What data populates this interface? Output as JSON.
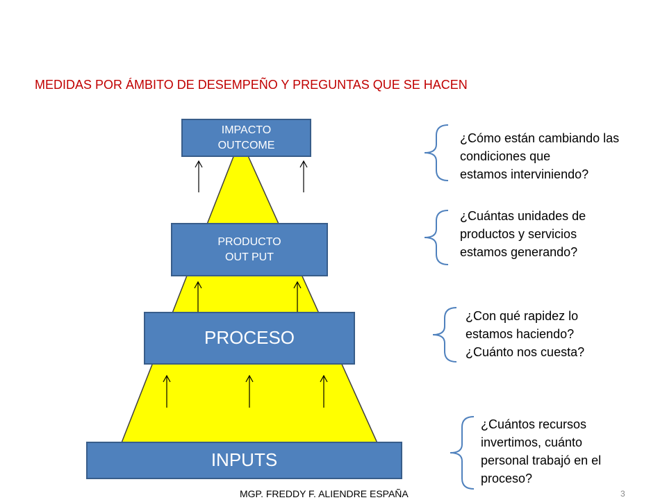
{
  "title": "MEDIDAS POR ÁMBITO DE DESEMPEÑO Y PREGUNTAS QUE SE HACEN",
  "colors": {
    "title": "#c00000",
    "pyramid_fill": "#ffff00",
    "box_fill": "#4f81bd",
    "box_border": "#385d8a",
    "brace": "#4f81bd"
  },
  "levels": {
    "impacto": {
      "line1": "IMPACTO",
      "line2": "OUTCOME"
    },
    "producto": {
      "line1": "PRODUCTO",
      "line2": "OUT PUT"
    },
    "proceso": {
      "line1": "PROCESO"
    },
    "inputs": {
      "line1": "INPUTS"
    }
  },
  "questions": {
    "impacto": [
      "¿Cómo están cambiando las",
      "condiciones que",
      "estamos interviniendo?"
    ],
    "producto": [
      "¿Cuántas unidades de",
      "productos y servicios",
      "estamos generando?"
    ],
    "proceso": [
      "¿Con qué rapidez lo",
      "estamos haciendo?",
      "¿Cuánto nos cuesta?"
    ],
    "inputs": [
      "¿Cuántos recursos",
      "invertimos, cuánto",
      "personal trabajó en el",
      "proceso?"
    ]
  },
  "footer": "MGP. FREDDY F. ALIENDRE ESPAÑA",
  "page_number": "3"
}
